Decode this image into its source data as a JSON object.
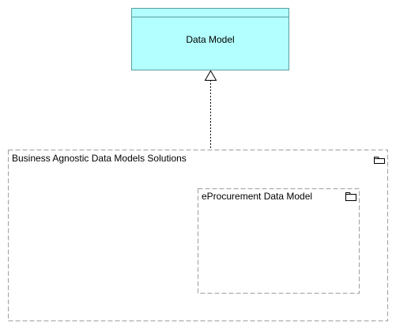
{
  "diagram": {
    "data_model": {
      "label": "Data Model",
      "fill_color": "#b3ffff",
      "stroke_color": "#5a9ea0"
    },
    "outer_folder": {
      "label": "Business Agnostic Data Models Solutions",
      "icon": "folder-icon"
    },
    "inner_folder": {
      "label": "eProcurement Data Model",
      "icon": "folder-icon"
    },
    "relationship": {
      "type": "realization",
      "from": "Business Agnostic Data Models Solutions",
      "to": "Data Model"
    }
  }
}
